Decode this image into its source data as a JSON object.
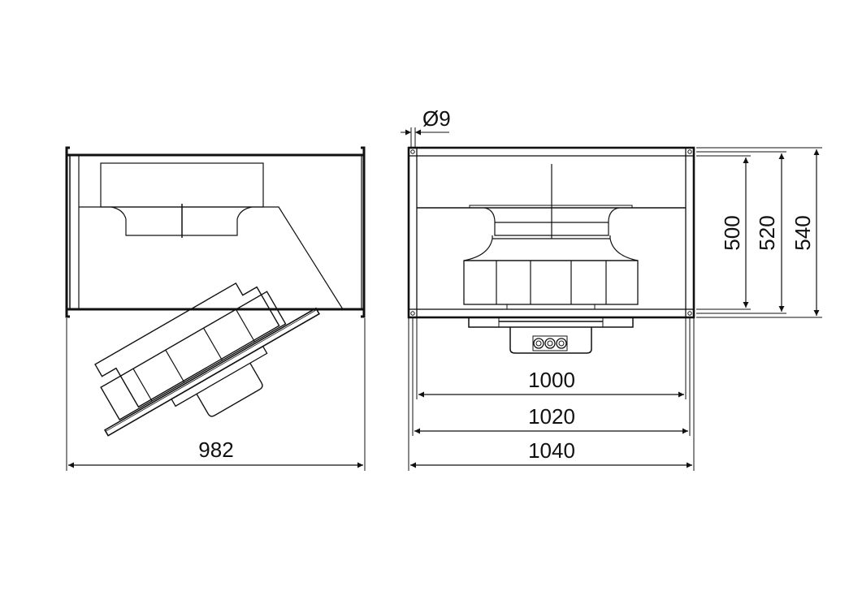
{
  "drawing": {
    "title": "Rectangular duct fan dimensional drawing",
    "line_color": "#111111",
    "background": "#ffffff",
    "side_view": {
      "label": "side-view-hinged-open",
      "dimensions": {
        "overall_length": "982"
      }
    },
    "front_view": {
      "label": "front-view",
      "dimensions": {
        "hole_diameter": "Ø9",
        "inner_width": "1000",
        "flange_hole_pitch_width": "1020",
        "outer_width": "1040",
        "inner_height": "500",
        "flange_hole_pitch_height": "520",
        "outer_height": "540"
      }
    }
  }
}
